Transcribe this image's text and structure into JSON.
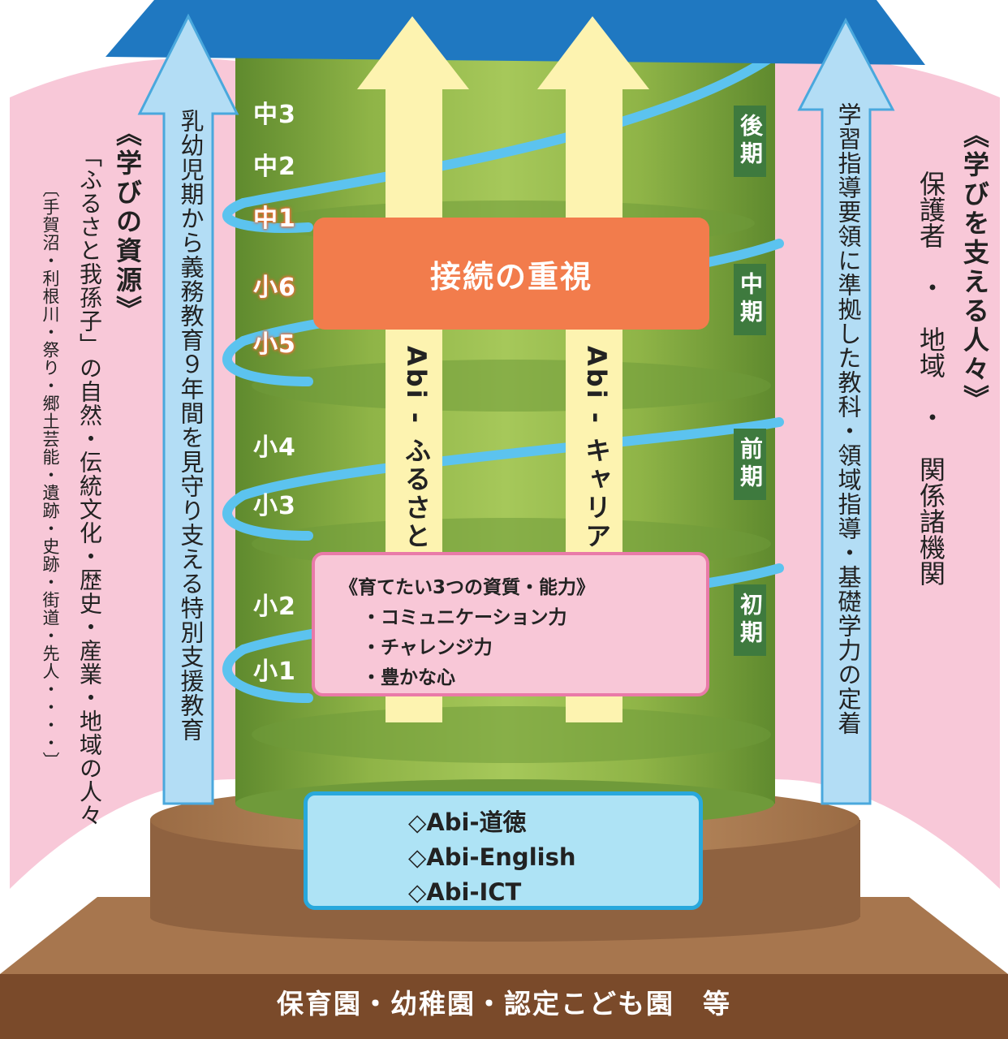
{
  "left_column": {
    "title": "《学びの資源》",
    "line1": "「ふるさと我孫子」の自然・伝統文化・歴史・産業・地域の人々",
    "line2": "〔手賀沼・利根川・祭り・郷土芸能・遺跡・史跡・街道・先人・・・・〕"
  },
  "left_arrow_text": "乳幼児期から義務教育９年間を見守り支える特別支援教育",
  "right_arrow_text": "学習指導要領に準拠した教科・領域指導・基礎学力の定着",
  "right_column": {
    "title": "《学びを支える人々》",
    "line1": "保護者　・　地域　・　関係諸機関"
  },
  "grades": [
    "中3",
    "中2",
    "中1",
    "小6",
    "小5",
    "小4",
    "小3",
    "小2",
    "小1"
  ],
  "highlighted_grades": [
    "中1",
    "小6",
    "小5"
  ],
  "phases": [
    "後期",
    "中期",
    "前期",
    "初期"
  ],
  "center_box": "接続の重視",
  "arrows": [
    "Abi - ふるさと",
    "Abi - キャリア"
  ],
  "abilities": {
    "title": "《育てたい3つの資質・能力》",
    "items": [
      "・コミュニケーション力",
      "・チャレンジ力",
      "・豊かな心"
    ]
  },
  "base_programs": [
    "◇Abi-道徳",
    "◇Abi-English",
    "◇Abi-ICT"
  ],
  "foundation": "保育園・幼稚園・認定こども園　等",
  "colors": {
    "pink_panel": "#f8c8d8",
    "light_blue_arrow": "#b3ddf5",
    "cylinder_green": "#8fb447",
    "orange": "#f27c4c",
    "brown": "#7a4a2a",
    "roof_blue": "#1f78c1",
    "phase_green": "#3e7a3e"
  }
}
